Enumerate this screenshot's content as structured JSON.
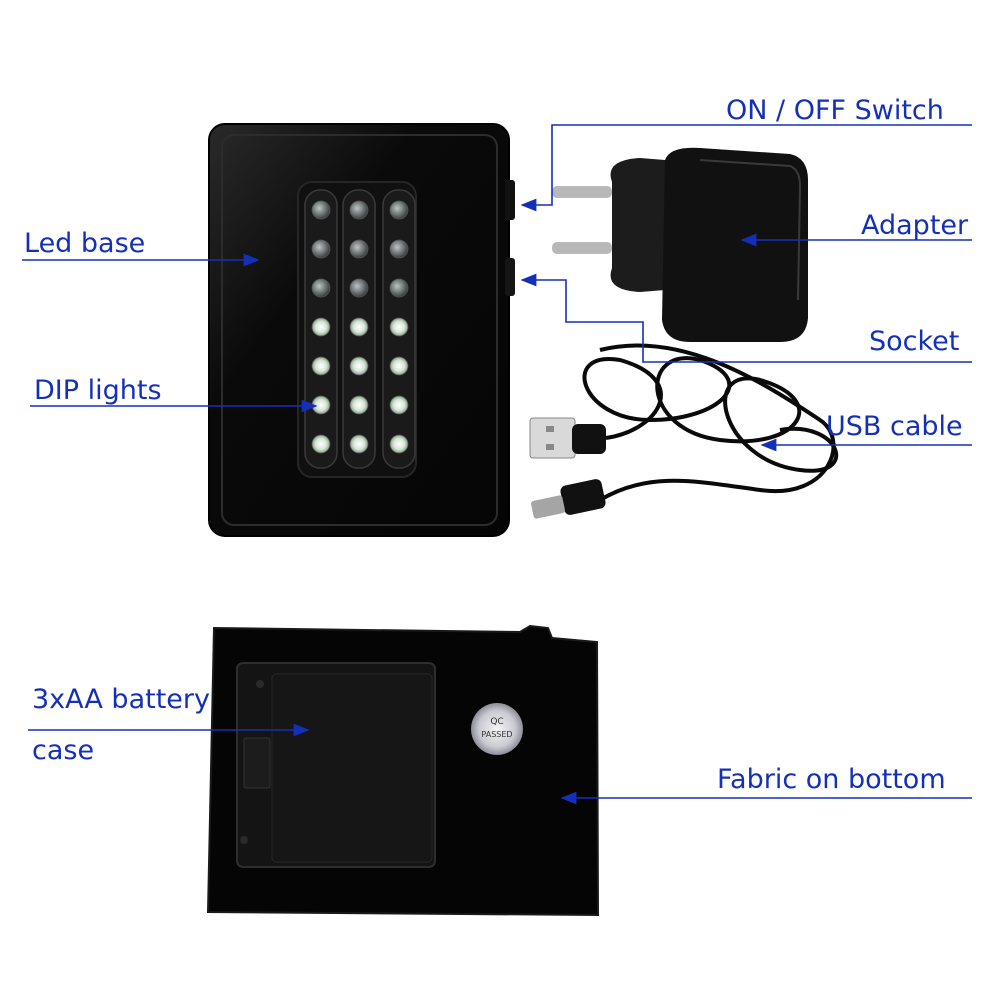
{
  "labels": {
    "on_off_switch": "ON / OFF Switch",
    "led_base": "Led base",
    "adapter": "Adapter",
    "socket": "Socket",
    "dip_lights": "DIP lights",
    "usb_cable": "USB cable",
    "battery_case_line1": "3xAA battery",
    "battery_case_line2": "case",
    "fabric_bottom": "Fabric on bottom"
  },
  "badge": {
    "line1": "QC",
    "line2": "PASSED"
  },
  "colors": {
    "annotation": "#1530b8",
    "device": "#0b0b0b",
    "background": "#ffffff"
  },
  "led_grid": {
    "columns": 3,
    "rows": 7
  }
}
